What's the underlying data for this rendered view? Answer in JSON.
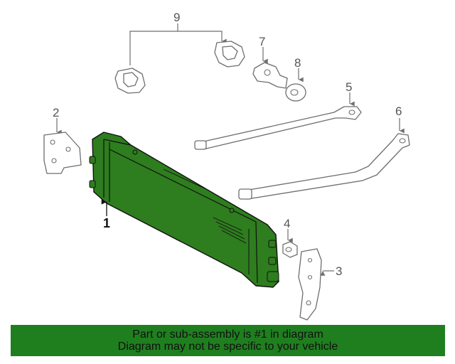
{
  "diagram": {
    "callouts": [
      "1",
      "2",
      "3",
      "4",
      "5",
      "6",
      "7",
      "8",
      "9"
    ],
    "highlight_color": "#2e7d1e"
  },
  "banner": {
    "line1": "Part or sub-assembly is #1 in diagram",
    "line2": "Diagram may not be specific to your vehicle",
    "background": "#1f7f1f"
  }
}
